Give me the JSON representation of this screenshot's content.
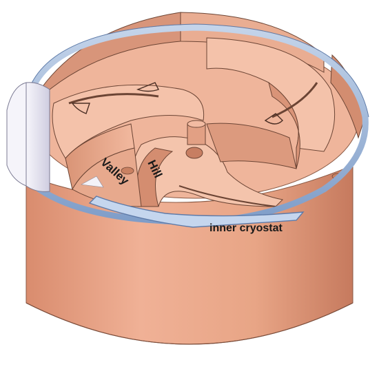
{
  "labels": {
    "valley": "Valley",
    "hill": "Hill",
    "inner_cryostat": "inner cryostat"
  },
  "colors": {
    "copper_light": "#f2b9a0",
    "copper_mid": "#e6a080",
    "copper_dark": "#c98565",
    "copper_shadow": "#b37358",
    "ring_blue": "#9db7d9",
    "ring_blue_dark": "#6f8fbf",
    "yoke_white": "#ecebf4",
    "edge": "#5a3a2e",
    "valley_floor": "#eeb79e"
  }
}
